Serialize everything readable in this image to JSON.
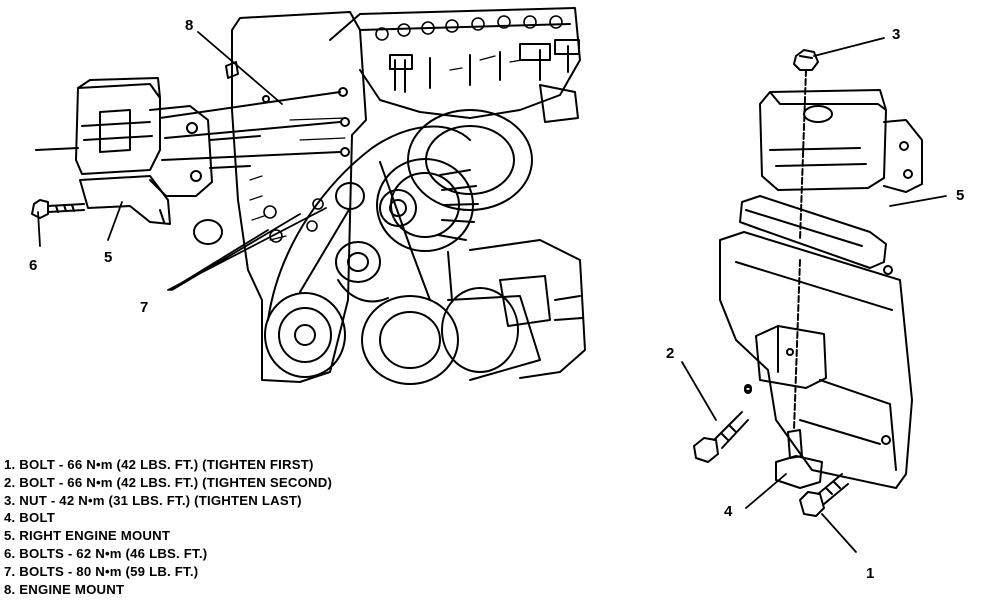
{
  "callouts": {
    "c1": "1",
    "c2": "2",
    "c3": "3",
    "c4": "4",
    "c5_left": "5",
    "c5_right": "5",
    "c6": "6",
    "c7": "7",
    "c8": "8"
  },
  "legend": [
    "1. BOLT - 66 N•m (42 LBS. FT.) (TIGHTEN FIRST)",
    "2. BOLT - 66 N•m (42 LBS. FT.) (TIGHTEN SECOND)",
    "3. NUT - 42 N•m (31 LBS. FT.) (TIGHTEN LAST)",
    "4. BOLT",
    "5. RIGHT ENGINE MOUNT",
    "6. BOLTS - 62 N•m (46 LBS. FT.)",
    "7. BOLTS - 80 N•m (59 LB. FT.)",
    "8. ENGINE MOUNT"
  ]
}
